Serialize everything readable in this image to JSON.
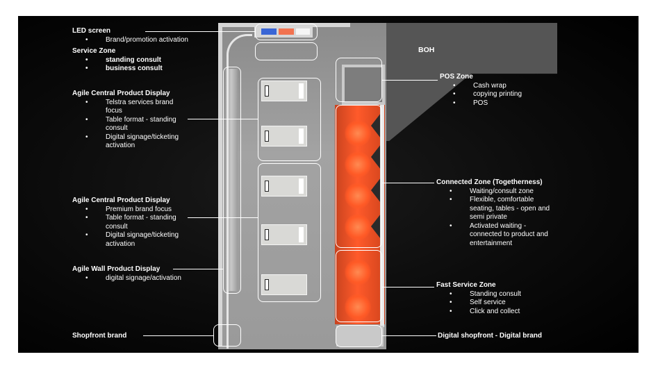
{
  "colors": {
    "background": "#000000",
    "floor": "#9a9a9a",
    "boh": "#4a4a4a",
    "connected_zone": "#ff5a2a",
    "outline": "#ffffff",
    "text": "#ffffff"
  },
  "diagram": {
    "boh_label": "BOH"
  },
  "left_zones": [
    {
      "title": "LED screen",
      "items": [
        "Brand/promotion activation"
      ]
    },
    {
      "title": "Service Zone",
      "items": [
        "standing consult",
        "business consult"
      ]
    },
    {
      "title": "Agile Central Product Display",
      "items": [
        "Telstra services brand focus",
        "Table format - standing consult",
        "Digital signage/ticketing activation"
      ]
    },
    {
      "title": "Agile Central Product Display",
      "items": [
        "Premium brand focus",
        "Table format - standing consult",
        "Digital signage/ticketing activation"
      ]
    },
    {
      "title": "Agile Wall Product Display",
      "items": [
        "digital signage/activation"
      ]
    },
    {
      "title": "Shopfront brand",
      "items": []
    }
  ],
  "right_zones": [
    {
      "title": "POS Zone",
      "items": [
        "Cash wrap",
        "copying printing",
        "POS"
      ]
    },
    {
      "title": "Connected Zone (Togetherness)",
      "items": [
        "Waiting/consult zone",
        "Flexible, comfortable seating, tables - open and semi private",
        "Activated waiting - connected to product and entertainment"
      ]
    },
    {
      "title": "Fast Service Zone",
      "items": [
        "Standing consult",
        "Self service",
        "Click and collect"
      ]
    },
    {
      "title": "Digital shopfront - Digital brand",
      "items": []
    }
  ]
}
